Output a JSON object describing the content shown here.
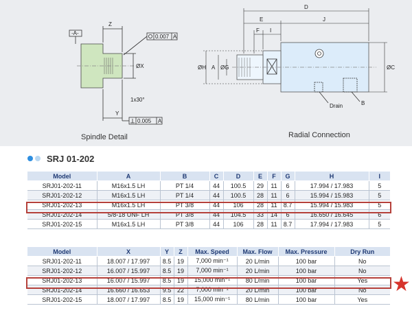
{
  "drawing": {
    "spindle_caption": "Spindle Detail",
    "radial_caption": "Radial Connection",
    "spindle_labels": {
      "datum": "-A-",
      "z": "Z",
      "x": "ØX",
      "y": "Y",
      "chamfer": "1x30°",
      "runout_tol": "0.007",
      "runout_ref": "A",
      "perp_tol": "0.005",
      "perp_ref": "A"
    },
    "radial_labels": {
      "d": "D",
      "e": "E",
      "j": "J",
      "f": "F",
      "i": "I",
      "h": "ØH",
      "a": "A",
      "g": "ØG",
      "c": "ØC",
      "drain": "Drain",
      "b": "B"
    }
  },
  "section": {
    "title": "SRJ 01-202",
    "dot_colors": [
      "#2f8fe0",
      "#b9d8f2"
    ]
  },
  "table1": {
    "headers": [
      "Model",
      "A",
      "B",
      "C",
      "D",
      "E",
      "F",
      "G",
      "H",
      "I"
    ],
    "rows": [
      [
        "SRJ01-202-11",
        "M16x1.5 LH",
        "PT 1/4",
        "44",
        "100.5",
        "29",
        "11",
        "6",
        "17.994 / 17.983",
        "5"
      ],
      [
        "SRJ01-202-12",
        "M16x1.5 LH",
        "PT 1/4",
        "44",
        "100.5",
        "28",
        "11",
        "6",
        "15.994 / 15.983",
        "5"
      ],
      [
        "SRJ01-202-13",
        "M16x1.5 LH",
        "PT 3/8",
        "44",
        "106",
        "28",
        "11",
        "8.7",
        "15.994 / 15.983",
        "5"
      ],
      [
        "SRJ01-202-14",
        "5/8-18 UNF LH",
        "PT 3/8",
        "44",
        "104.5",
        "33",
        "14",
        "6",
        "16.650 / 16.645",
        "6"
      ],
      [
        "SRJ01-202-15",
        "M16x1.5 LH",
        "PT 3/8",
        "44",
        "106",
        "28",
        "11",
        "8.7",
        "17.994 / 17.983",
        "5"
      ]
    ]
  },
  "table2": {
    "headers": [
      "Model",
      "X",
      "Y",
      "Z",
      "Max. Speed",
      "Max. Flow",
      "Max. Pressure",
      "Dry Run"
    ],
    "rows": [
      [
        "SRJ01-202-11",
        "18.007 / 17.997",
        "8.5",
        "19",
        "7,000 min⁻¹",
        "20 L/min",
        "100 bar",
        "No"
      ],
      [
        "SRJ01-202-12",
        "16.007 / 15.997",
        "8.5",
        "19",
        "7,000 min⁻¹",
        "20 L/min",
        "100 bar",
        "No"
      ],
      [
        "SRJ01-202-13",
        "16.007 / 15.997",
        "8.5",
        "19",
        "15,000 min⁻¹",
        "80 L/min",
        "100 bar",
        "Yes"
      ],
      [
        "SRJ01-202-14",
        "16.660 / 16.653",
        "9.5",
        "22",
        "7,000 min⁻¹",
        "20 L/min",
        "100 bar",
        "No"
      ],
      [
        "SRJ01-202-15",
        "18.007 / 17.997",
        "8.5",
        "19",
        "15,000 min⁻¹",
        "80 L/min",
        "100 bar",
        "Yes"
      ]
    ]
  },
  "highlight": {
    "color": "#b5403a",
    "row_index": 2,
    "star_color": "#d6342c"
  }
}
